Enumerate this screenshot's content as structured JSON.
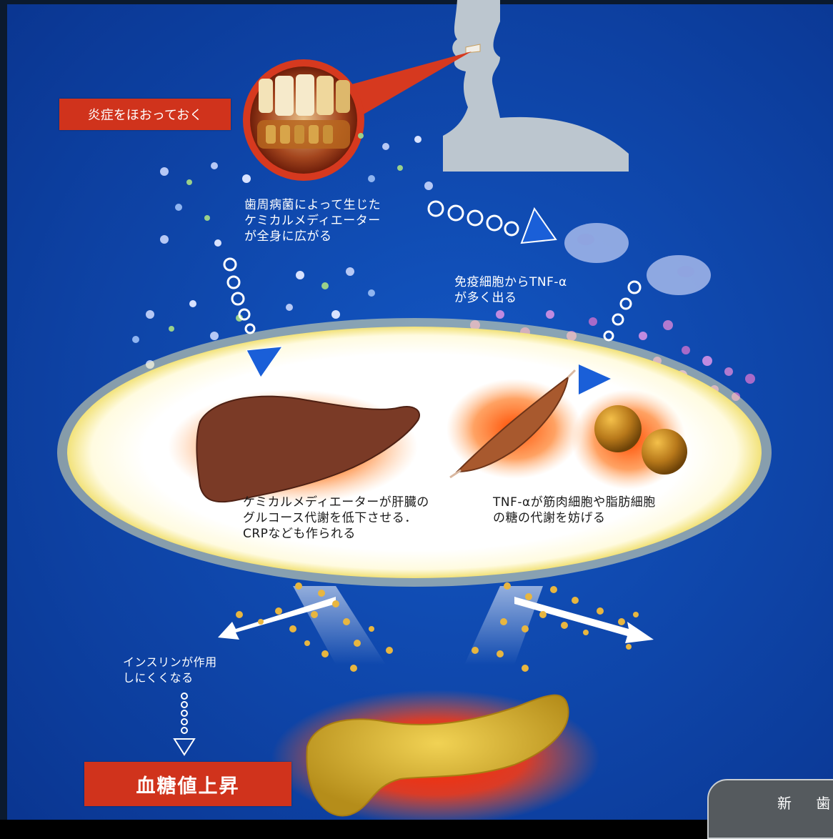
{
  "labels": {
    "inflammation": "炎症をほおっておく",
    "mediator_spread": [
      "歯周病菌によって生じた",
      "ケミカルメディエーター",
      "が全身に広がる"
    ],
    "tnf_release": [
      "免疫細胞からTNF-α",
      "が多く出る"
    ],
    "liver_effect": [
      "ケミカルメディエーターが肝臓の",
      "グルコース代謝を低下させる．",
      "CRPなども作られる"
    ],
    "muscle_fat_effect": [
      "TNF-αが筋肉細胞や脂肪細胞",
      "の糖の代謝を妨げる"
    ],
    "insulin": [
      "インスリンが作用",
      "しにくくなる"
    ],
    "blood_sugar": "血糖値上昇",
    "corner_tab": "新 歯"
  },
  "colors": {
    "background": "#0b3f9e",
    "tag_red": "#d0331c",
    "ellipse_glow": "#fff6b0",
    "arrow_blue": "#1a5fd8"
  },
  "icons": [
    "mouth-photo-icon",
    "head-silhouette-icon",
    "immune-cell-icon",
    "liver-icon",
    "muscle-icon",
    "fat-cell-icon",
    "pancreas-icon"
  ]
}
